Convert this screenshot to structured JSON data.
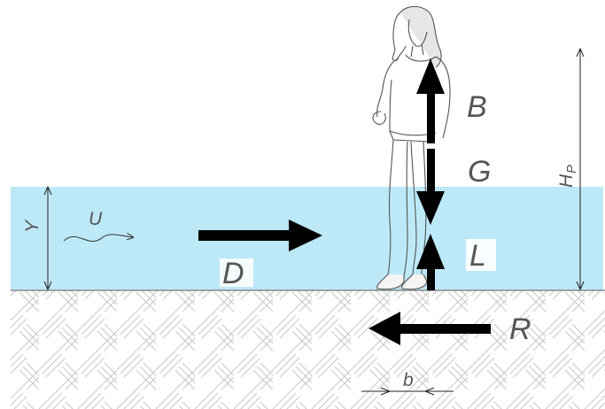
{
  "labels": {
    "velocity": "U",
    "depth": "Y",
    "drag": "D",
    "buoyancy": "B",
    "weight": "G",
    "lift": "L",
    "friction": "R",
    "height": "H",
    "height_subscript": "P",
    "foot_width": "b"
  },
  "colors": {
    "water": "#bde8f7",
    "arrow": "#000000",
    "label": "#555555",
    "ground_hatch": "#c8c8c8"
  },
  "icons": {
    "person": "standing-person-sketch"
  }
}
